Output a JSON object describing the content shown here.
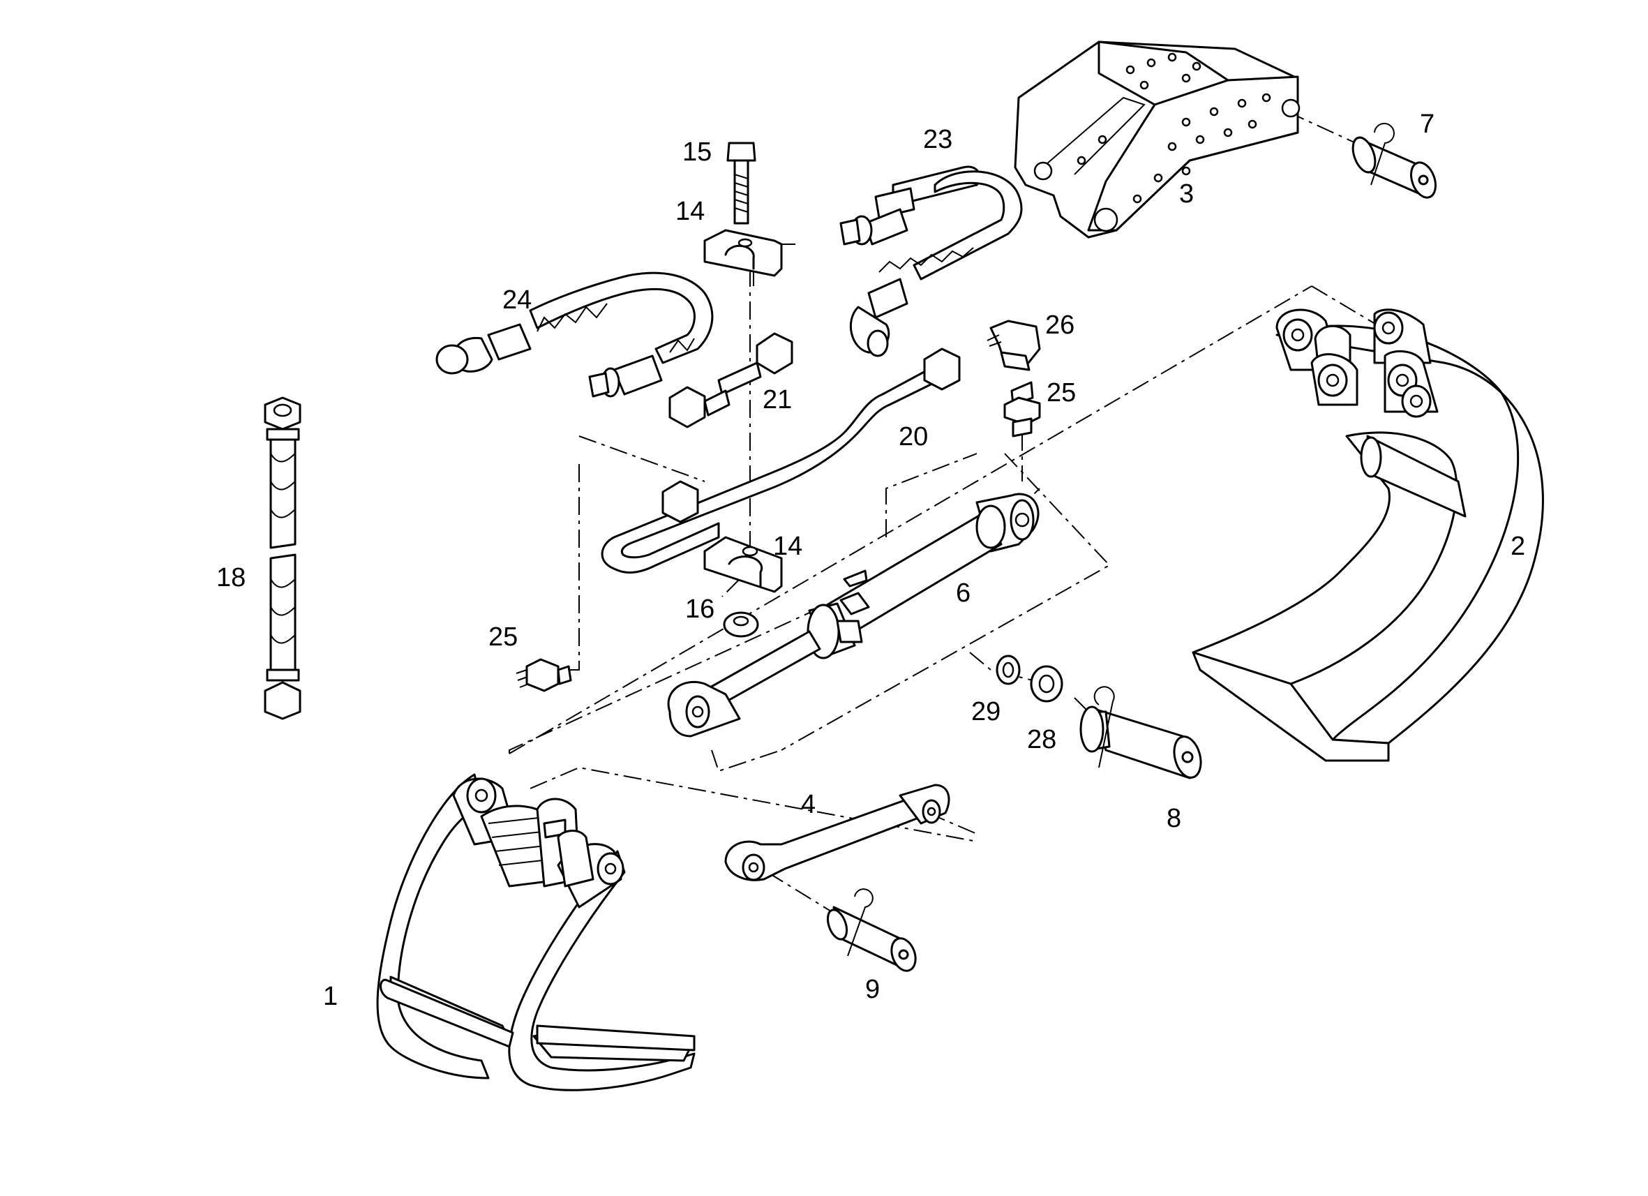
{
  "labels": {
    "p1": "1",
    "p2": "2",
    "p3": "3",
    "p4": "4",
    "p6": "6",
    "p7": "7",
    "p8": "8",
    "p9": "9",
    "p14a": "14",
    "p14b": "14",
    "p15": "15",
    "p16": "16",
    "p18": "18",
    "p20": "20",
    "p21": "21",
    "p23": "23",
    "p24": "24",
    "p25a": "25",
    "p25b": "25",
    "p26": "26",
    "p28": "28",
    "p29": "29"
  }
}
